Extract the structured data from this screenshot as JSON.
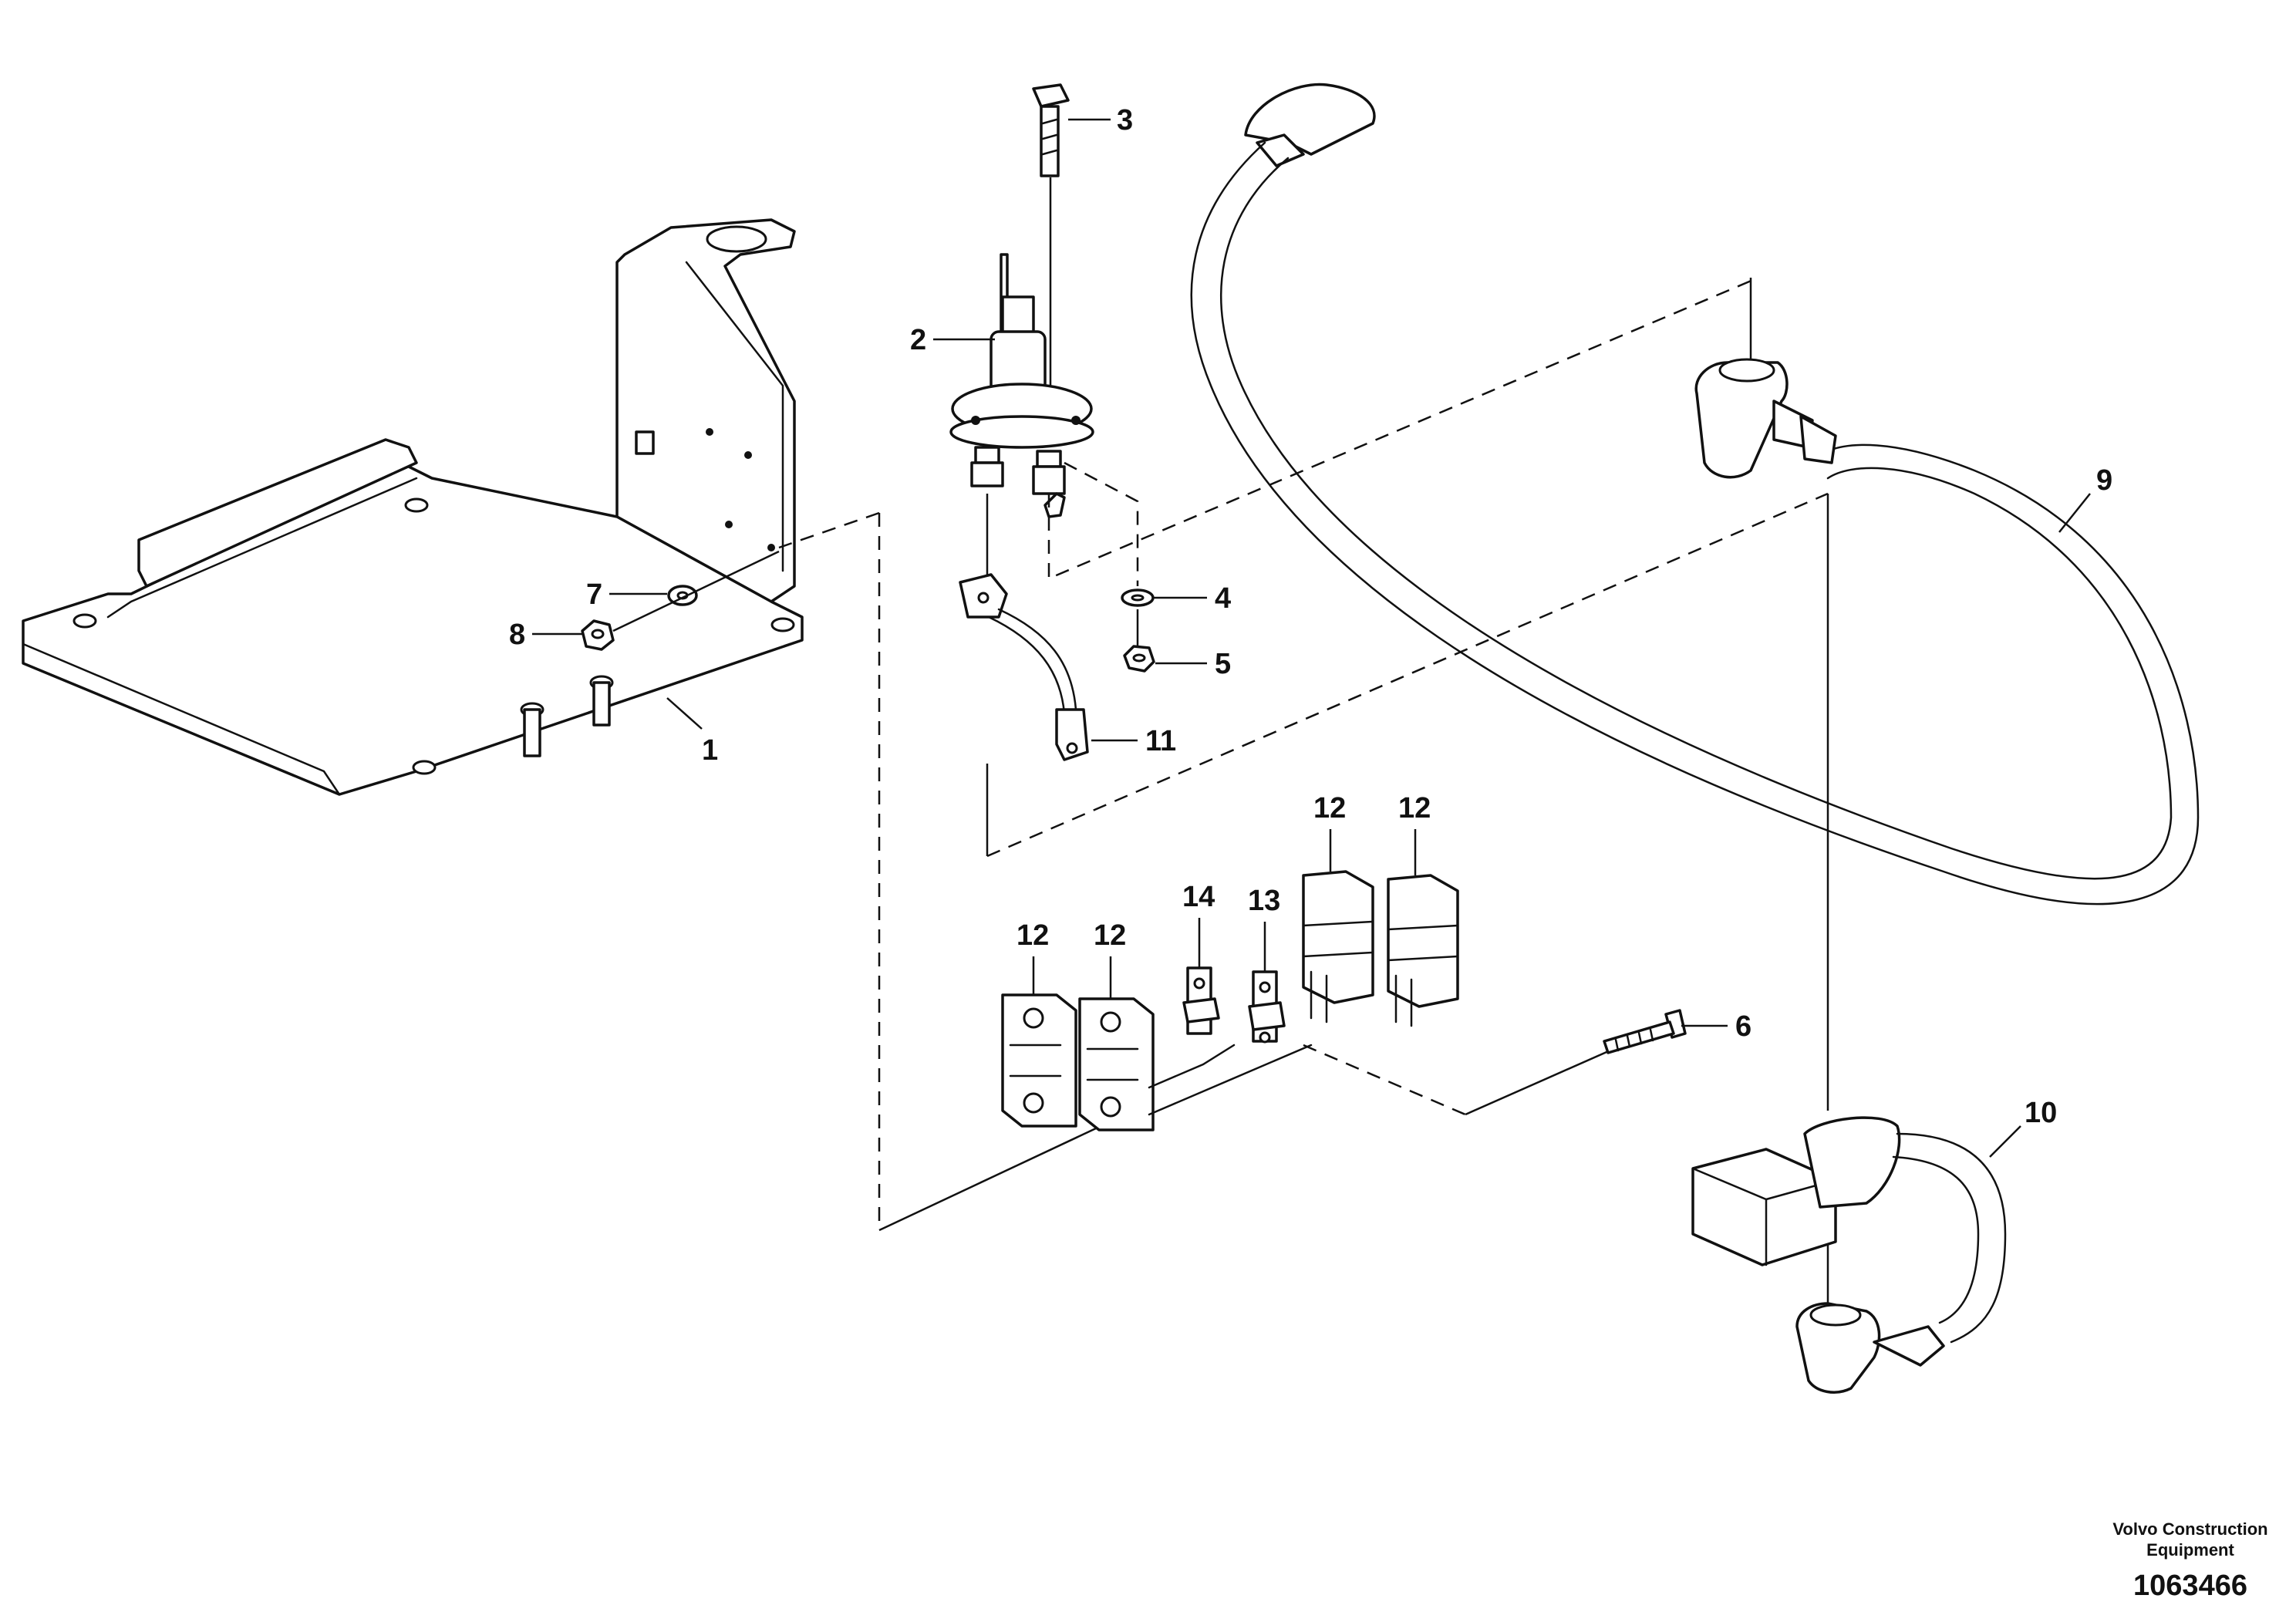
{
  "callouts": {
    "c1": "1",
    "c2": "2",
    "c3": "3",
    "c4": "4",
    "c5": "5",
    "c6": "6",
    "c7": "7",
    "c8": "8",
    "c9": "9",
    "c10": "10",
    "c11": "11",
    "c12a": "12",
    "c12b": "12",
    "c12c": "12",
    "c12d": "12",
    "c13": "13",
    "c14": "14"
  },
  "footer": {
    "brand_line1": "Volvo Construction",
    "brand_line2": "Equipment",
    "drawing_number": "1063466"
  }
}
